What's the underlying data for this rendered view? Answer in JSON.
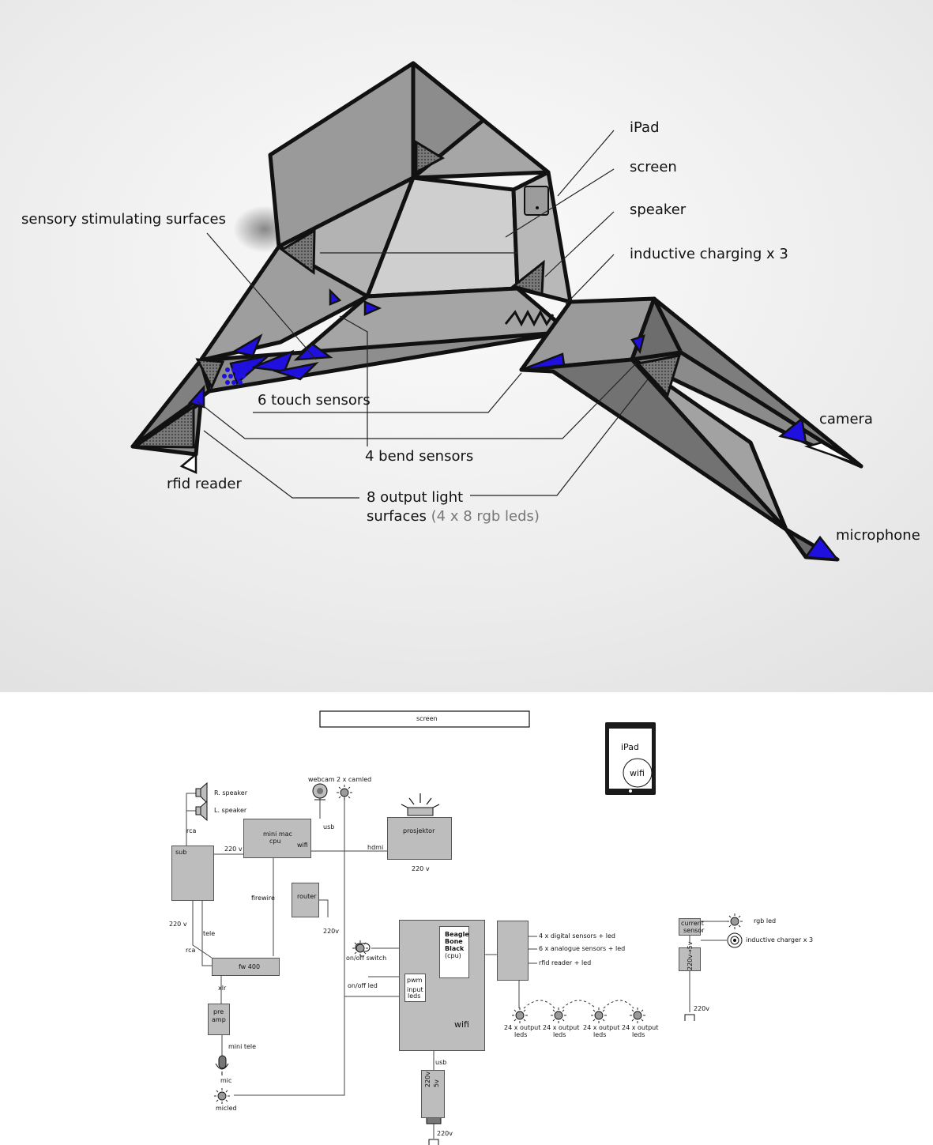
{
  "render": {
    "labels": {
      "ipad": "iPad",
      "screen": "screen",
      "speaker": "speaker",
      "inductive": "inductive charging x 3",
      "sensory": "sensory stimulating surfaces",
      "touch": "6 touch sensors",
      "bend": "4 bend sensors",
      "rfid": "rfid reader",
      "output_line1": "8 output light",
      "output_line2": "surfaces",
      "output_note": "(4 x 8 rgb leds)",
      "camera": "camera",
      "microphone": "microphone"
    },
    "colors": {
      "accent": "#1f10e0",
      "body": "#8f8f8f",
      "outline": "#111111"
    }
  },
  "schematic": {
    "screen": "screen",
    "ipad": "iPad",
    "ipad_wifi": "wifi",
    "r_speaker": "R. speaker",
    "l_speaker": "L. speaker",
    "rca_top": "rca",
    "sub": "sub",
    "sub_220": "220 v",
    "tele": "tele",
    "rca_mid": "rca",
    "mac_220": "220 v",
    "mac_l1": "mini mac",
    "mac_l2": "cpu",
    "mac_wifi": "wifi",
    "webcam": "webcam",
    "camled": "2 x camled",
    "usb_top": "usb",
    "hdmi": "hdmi",
    "proj": "prosjektor",
    "proj_220": "220 v",
    "firewire": "firewire",
    "router": "router",
    "router_220": "220v",
    "fw400": "fw 400",
    "xlr": "xlr",
    "preamp_l1": "pre",
    "preamp_l2": "amp",
    "mini_tele": "mini tele",
    "mic": "mic",
    "micled": "micled",
    "onoff_switch": "on/off switch",
    "onoff_led": "on/off led",
    "bbb_l1": "Beagle",
    "bbb_l2": "Bone",
    "bbb_l3": "Black",
    "bbb_l4": "(cpu)",
    "pwm": "pwm",
    "input_l1": "input",
    "input_l2": "leds",
    "bbb_wifi": "wifi",
    "usb_bottom": "usb",
    "psu_l1": "220v",
    "psu_l2": "5v",
    "psu_220": "220v",
    "digital": "4 x digital sensors + led",
    "analogue": "6 x analogue sensors + led",
    "rfid_led": "rfid reader + led",
    "out_leds": [
      {
        "l1": "24 x output",
        "l2": "leds"
      },
      {
        "l1": "24 x output",
        "l2": "leds"
      },
      {
        "l1": "24 x output",
        "l2": "leds"
      },
      {
        "l1": "24 x output",
        "l2": "leds"
      }
    ],
    "current_l1": "current",
    "current_l2": "sensor",
    "rgb_led": "rgb led",
    "ind_charger": "inductive charger x 3",
    "conv": "220v→5v",
    "conv_220": "220v"
  }
}
